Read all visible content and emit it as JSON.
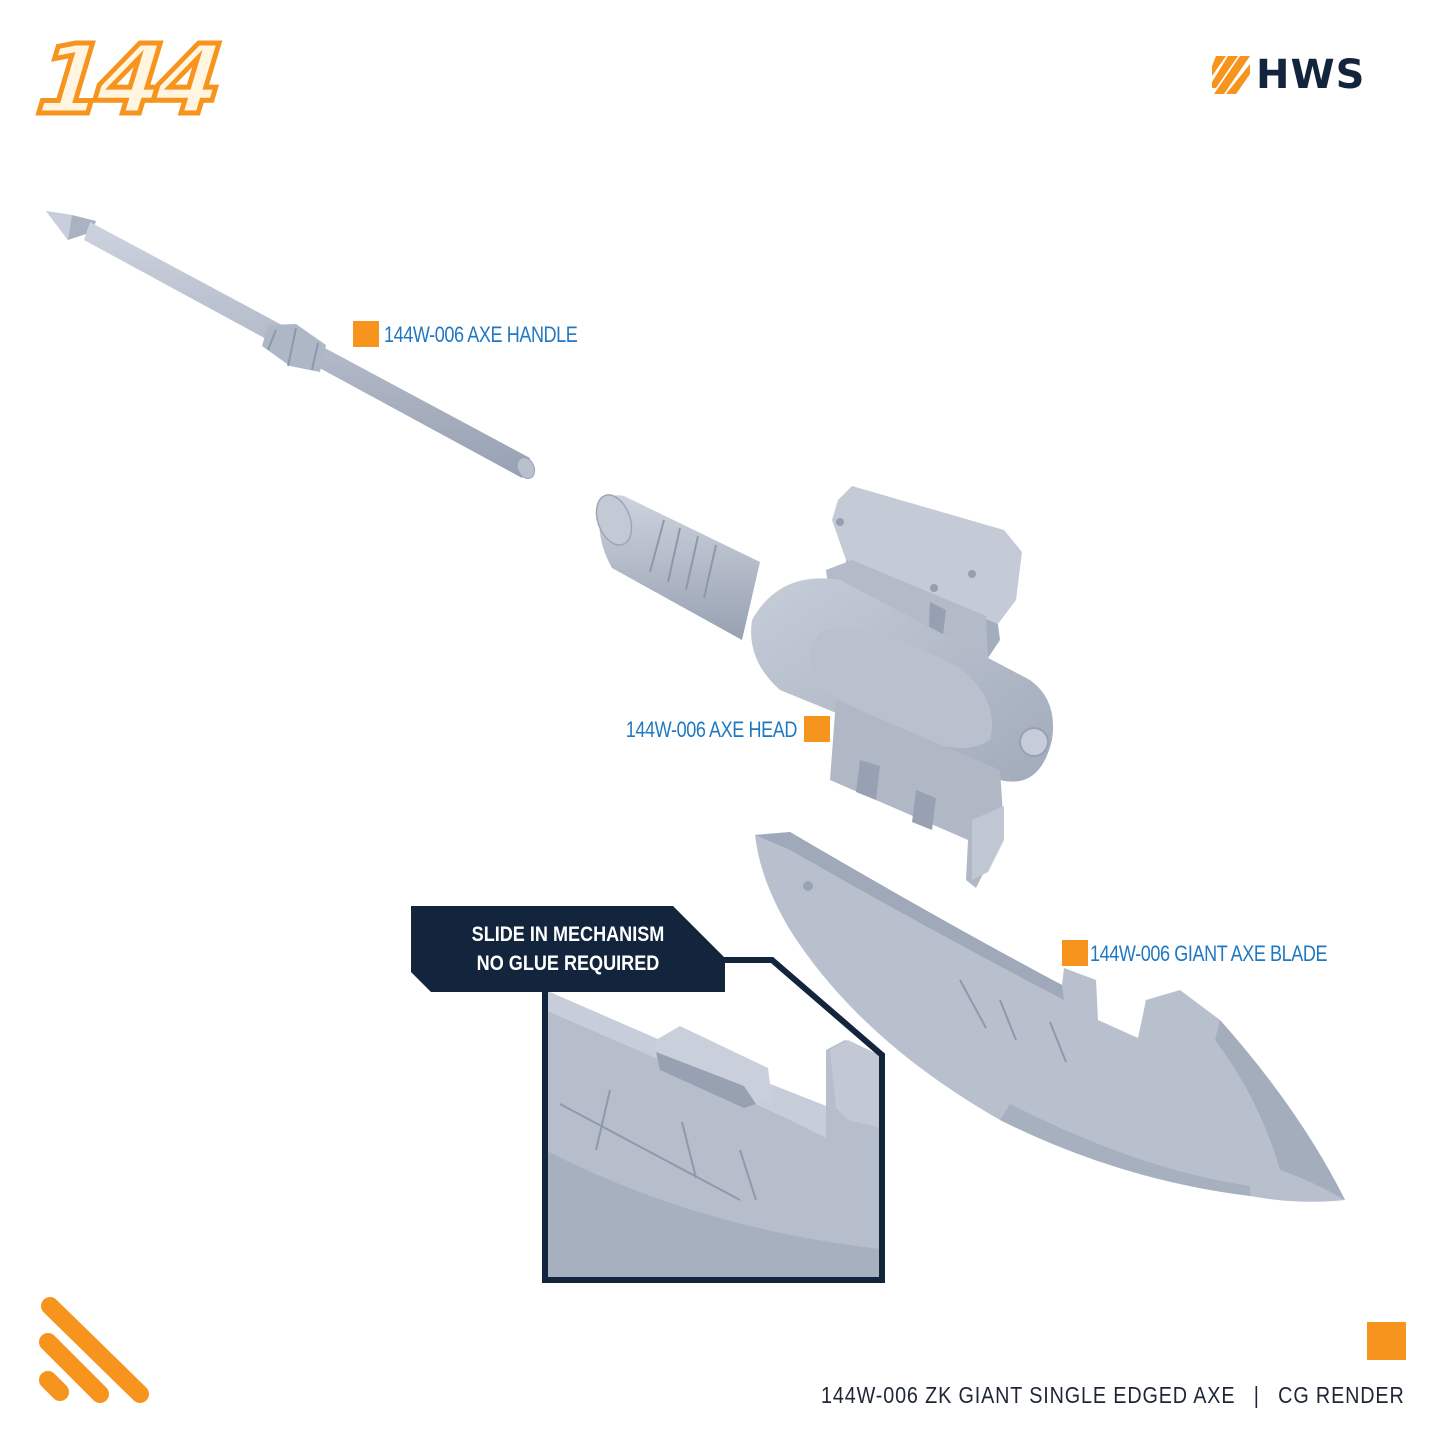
{
  "header": {
    "scale_logo_text": "144",
    "brand_logo_text": "HWS"
  },
  "parts": {
    "handle_label": "144W-006 AXE HANDLE",
    "head_label": "144W-006 AXE HEAD",
    "blade_label": "144W-006 GIANT AXE BLADE"
  },
  "callout": {
    "line1": "SLIDE IN MECHANISM",
    "line2": "NO GLUE REQUIRED"
  },
  "footer": {
    "product_name": "144W-006 ZK GIANT SINGLE EDGED AXE",
    "separator": "|",
    "render_type": "CG RENDER"
  },
  "colors": {
    "accent_orange": "#f7941d",
    "label_blue": "#1f78c1",
    "navy": "#13243d",
    "part_gray": "#b4bccb"
  }
}
